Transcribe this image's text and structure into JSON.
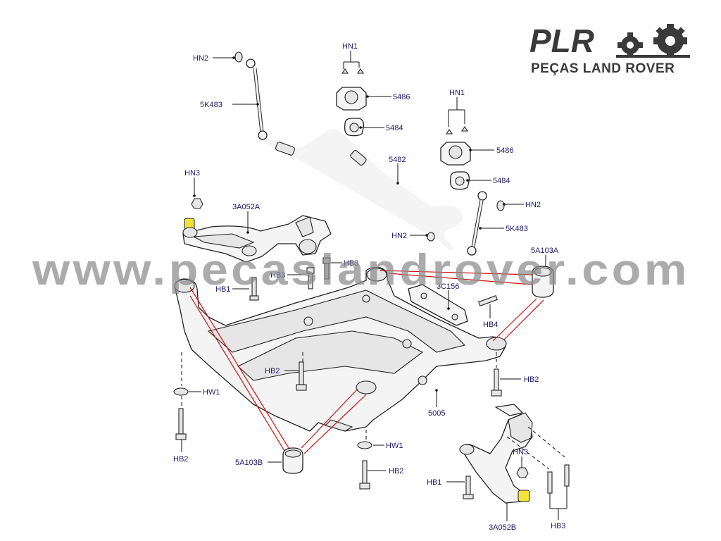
{
  "logo": {
    "brand": "PLR",
    "subtitle": "PEÇAS LAND ROVER"
  },
  "watermark": "www.pecaslandrover.com",
  "labels": {
    "hn2_a": "HN2",
    "k5483_a": "5K483",
    "hn1_a": "HN1",
    "p5486_a": "5486",
    "p5484_a": "5484",
    "p5482": "5482",
    "hn1_b": "HN1",
    "p5486_b": "5486",
    "p5484_b": "5484",
    "hn2_b": "HN2",
    "k5483_b": "5K483",
    "hn2_c": "HN2",
    "hn3_a": "HN3",
    "a3052a": "3A052A",
    "hb3_a": "HB3",
    "hb3_b": "HB3",
    "hb1_a": "HB1",
    "a5103a": "5A103A",
    "c3156": "3C156",
    "hb4": "HB4",
    "hb2_a": "HB2",
    "hw1_a": "HW1",
    "hb2_b": "HB2",
    "p5005": "5005",
    "hb2_c": "HB2",
    "a5103b": "5A103B",
    "hw1_b": "HW1",
    "hb2_d": "HB2",
    "hn3_b": "HN3",
    "hb1_b": "HB1",
    "a3052b": "3A052B",
    "hb3_c": "HB3"
  }
}
